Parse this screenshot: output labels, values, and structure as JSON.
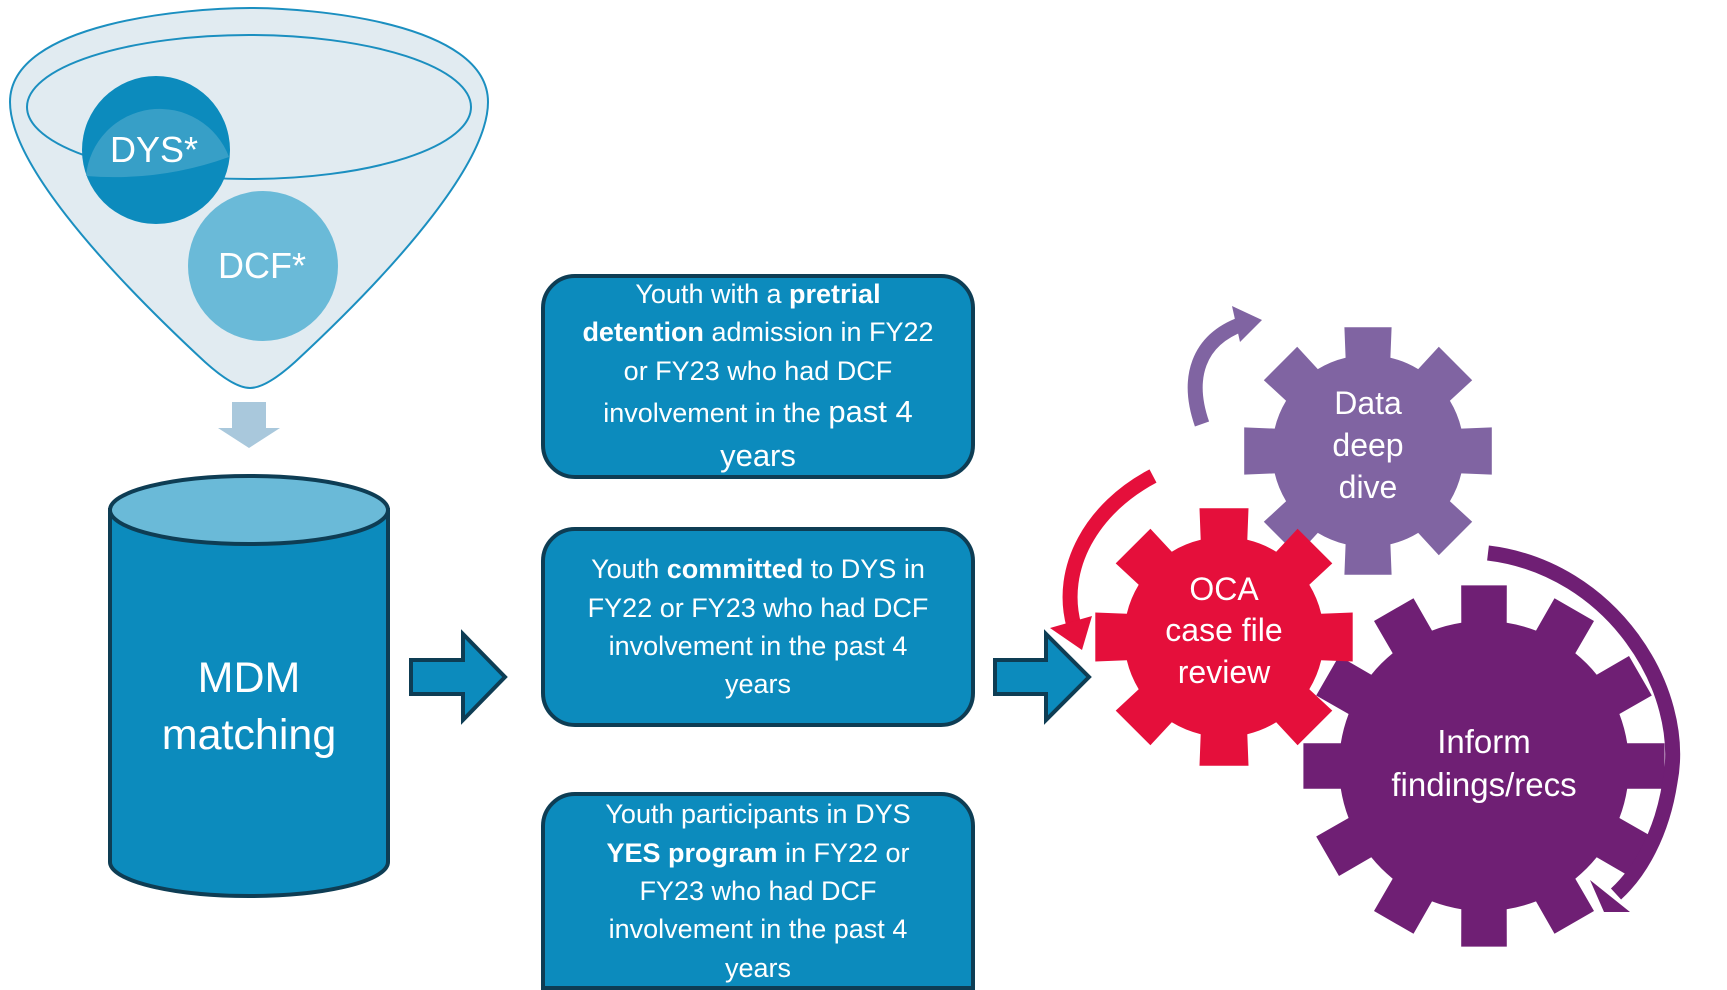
{
  "funnel": {
    "circle_dys": "DYS*",
    "circle_dcf": "DCF*"
  },
  "database": {
    "label_line1": "MDM",
    "label_line2": "matching"
  },
  "boxes": {
    "pretrial": {
      "a": "Youth with a ",
      "b_bold": "pretrial",
      "c_bold": "detention",
      "d": " admission in FY22",
      "e": "or FY23 who had DCF",
      "f": "involvement in the ",
      "g_big": "past 4",
      "h_big": "years"
    },
    "committed": {
      "a": "Youth ",
      "b_bold": "committed",
      "c": " to DYS in",
      "d": "FY22 or FY23 who had DCF",
      "e": "involvement in the past 4",
      "f": "years"
    },
    "yes": {
      "a": "Youth participants in DYS",
      "b_bold": "YES program",
      "c": " in FY22 or",
      "d": "FY23 who had DCF",
      "e": "involvement in the past 4",
      "f": "years"
    }
  },
  "gears": {
    "data_deep_dive": [
      "Data",
      "deep",
      "dive"
    ],
    "oca_review": [
      "OCA",
      "case file",
      "review"
    ],
    "inform": [
      "Inform",
      "findings/recs"
    ]
  },
  "colors": {
    "blue": "#0c8bbd",
    "blue_light": "#6abad8",
    "funnel_fill": "#e1ebf1",
    "funnel_stroke": "#1b8fc0",
    "dark_border": "#0e3d54",
    "gear_purple_light": "#8064a2",
    "gear_red": "#e50f3b",
    "gear_purple_dark": "#6f1f74",
    "down_arrow": "#a9c8dc"
  }
}
